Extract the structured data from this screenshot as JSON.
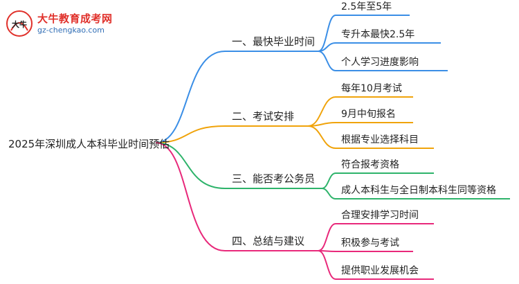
{
  "logo": {
    "title": "大牛教育成考网",
    "url": "gz-chengkao.com",
    "mark": "大牛"
  },
  "mindmap": {
    "root": "2025年深圳成人本科毕业时间预估",
    "branches": [
      {
        "label": "一、最快毕业时间",
        "color": "#3a8ee6",
        "children": [
          "2.5年至5年",
          "专升本最快2.5年",
          "个人学习进度影响"
        ]
      },
      {
        "label": "二、考试安排",
        "color": "#f0a30a",
        "children": [
          "每年10月考试",
          "9月中旬报名",
          "根据专业选择科目"
        ]
      },
      {
        "label": "三、能否考公务员",
        "color": "#2db36a",
        "children": [
          "符合报考资格",
          "成人本科生与全日制本科生同等资格"
        ]
      },
      {
        "label": "四、总结与建议",
        "color": "#e8287a",
        "children": [
          "合理安排学习时间",
          "积极参与考试",
          "提供职业发展机会"
        ]
      }
    ]
  }
}
